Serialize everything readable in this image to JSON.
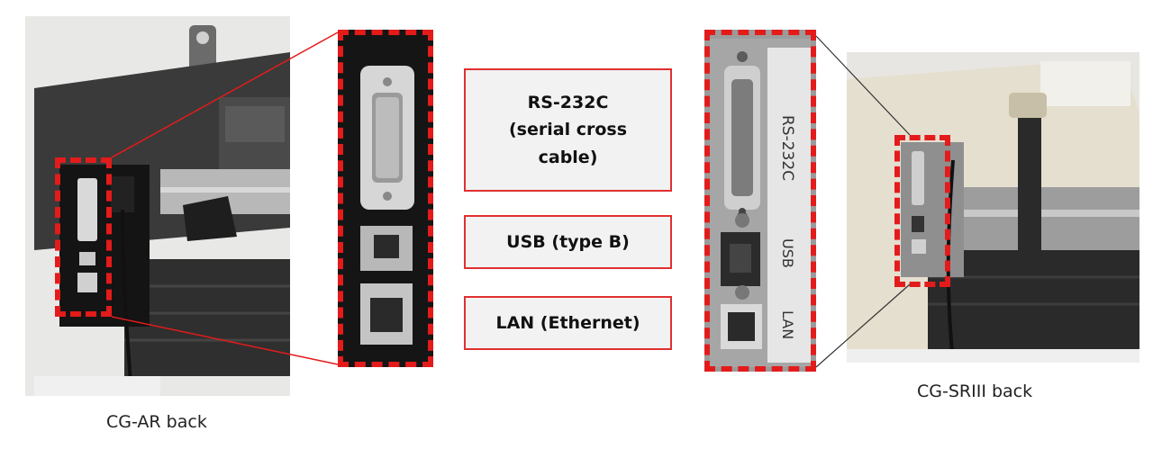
{
  "labels": {
    "rs232c": [
      "RS-232C",
      "(serial cross",
      "cable)"
    ],
    "usb": "USB (type B)",
    "lan": "LAN (Ethernet)"
  },
  "captions": {
    "left": "CG-AR back",
    "right": "CG-SRIII back"
  },
  "port_labels": {
    "rs232c": "RS-232C",
    "usb": "USB",
    "lan": "LAN"
  },
  "colors": {
    "highlight": "#e31b1b",
    "label_border": "#e03030",
    "label_bg": "#f2f2f2"
  }
}
